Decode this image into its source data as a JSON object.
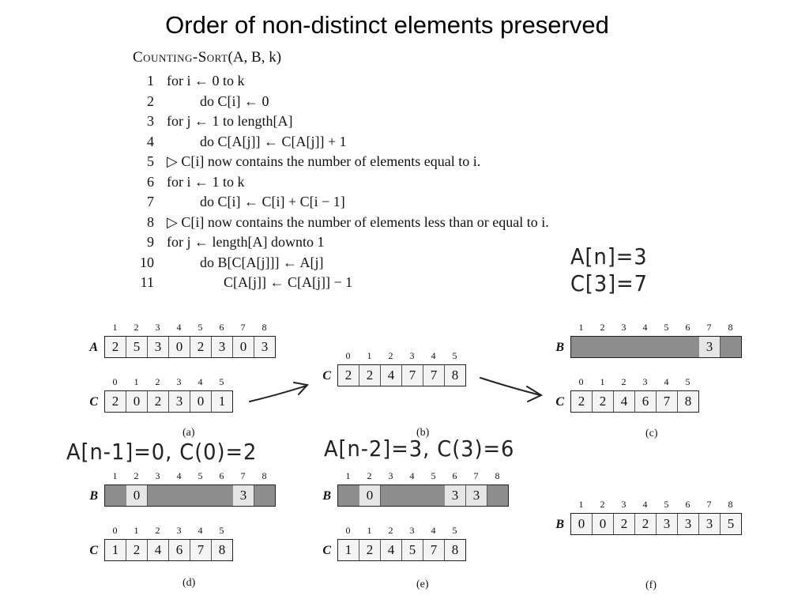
{
  "title": "Order of non-distinct elements preserved",
  "algorithm": {
    "name": "Counting-Sort",
    "params": "(A, B, k)",
    "lines": [
      {
        "num": "1",
        "indent": 0,
        "text": "for i ← 0 to k"
      },
      {
        "num": "2",
        "indent": 1,
        "text": "do C[i] ← 0"
      },
      {
        "num": "3",
        "indent": 0,
        "text": "for j ← 1 to length[A]"
      },
      {
        "num": "4",
        "indent": 1,
        "text": "do C[A[j]] ← C[A[j]] + 1"
      },
      {
        "num": "5",
        "indent": 0,
        "text": "▷ C[i] now contains the number of elements equal to i."
      },
      {
        "num": "6",
        "indent": 0,
        "text": "for i ← 1 to k"
      },
      {
        "num": "7",
        "indent": 1,
        "text": "do C[i] ← C[i] + C[i − 1]"
      },
      {
        "num": "8",
        "indent": 0,
        "text": "▷ C[i] now contains the number of elements less than or equal to i."
      },
      {
        "num": "9",
        "indent": 0,
        "text": "for j ← length[A] downto 1"
      },
      {
        "num": "10",
        "indent": 1,
        "text": "do B[C[A[j]]] ← A[j]"
      },
      {
        "num": "11",
        "indent": 2,
        "text": "C[A[j]] ← C[A[j]] − 1"
      }
    ]
  },
  "annotations": {
    "top_right_1": "A[n]=3",
    "top_right_2": "C[3]=7",
    "mid_left": "A[n-1]=0, C(0)=2",
    "mid_center": "A[n-2]=3, C(3)=6"
  },
  "panels": {
    "a": {
      "caption": "(a)",
      "A": {
        "label": "A",
        "indices": [
          "1",
          "2",
          "3",
          "4",
          "5",
          "6",
          "7",
          "8"
        ],
        "values": [
          "2",
          "5",
          "3",
          "0",
          "2",
          "3",
          "0",
          "3"
        ]
      },
      "C": {
        "label": "C",
        "indices": [
          "0",
          "1",
          "2",
          "3",
          "4",
          "5"
        ],
        "values": [
          "2",
          "0",
          "2",
          "3",
          "0",
          "1"
        ]
      }
    },
    "b": {
      "caption": "(b)",
      "C": {
        "label": "C",
        "indices": [
          "0",
          "1",
          "2",
          "3",
          "4",
          "5"
        ],
        "values": [
          "2",
          "2",
          "4",
          "7",
          "7",
          "8"
        ]
      }
    },
    "c": {
      "caption": "(c)",
      "B": {
        "label": "B",
        "indices": [
          "1",
          "2",
          "3",
          "4",
          "5",
          "6",
          "7",
          "8"
        ],
        "values": [
          "",
          "",
          "",
          "",
          "",
          "",
          "3",
          ""
        ]
      },
      "C": {
        "label": "C",
        "indices": [
          "0",
          "1",
          "2",
          "3",
          "4",
          "5"
        ],
        "values": [
          "2",
          "2",
          "4",
          "6",
          "7",
          "8"
        ]
      }
    },
    "d": {
      "caption": "(d)",
      "B": {
        "label": "B",
        "indices": [
          "1",
          "2",
          "3",
          "4",
          "5",
          "6",
          "7",
          "8"
        ],
        "values": [
          "",
          "0",
          "",
          "",
          "",
          "",
          "3",
          ""
        ]
      },
      "C": {
        "label": "C",
        "indices": [
          "0",
          "1",
          "2",
          "3",
          "4",
          "5"
        ],
        "values": [
          "1",
          "2",
          "4",
          "6",
          "7",
          "8"
        ]
      }
    },
    "e": {
      "caption": "(e)",
      "B": {
        "label": "B",
        "indices": [
          "1",
          "2",
          "3",
          "4",
          "5",
          "6",
          "7",
          "8"
        ],
        "values": [
          "",
          "0",
          "",
          "",
          "",
          "3",
          "3",
          ""
        ]
      },
      "C": {
        "label": "C",
        "indices": [
          "0",
          "1",
          "2",
          "3",
          "4",
          "5"
        ],
        "values": [
          "1",
          "2",
          "4",
          "5",
          "7",
          "8"
        ]
      }
    },
    "f": {
      "caption": "(f)",
      "B": {
        "label": "B",
        "indices": [
          "1",
          "2",
          "3",
          "4",
          "5",
          "6",
          "7",
          "8"
        ],
        "values": [
          "0",
          "0",
          "2",
          "2",
          "3",
          "3",
          "3",
          "5"
        ]
      }
    }
  }
}
